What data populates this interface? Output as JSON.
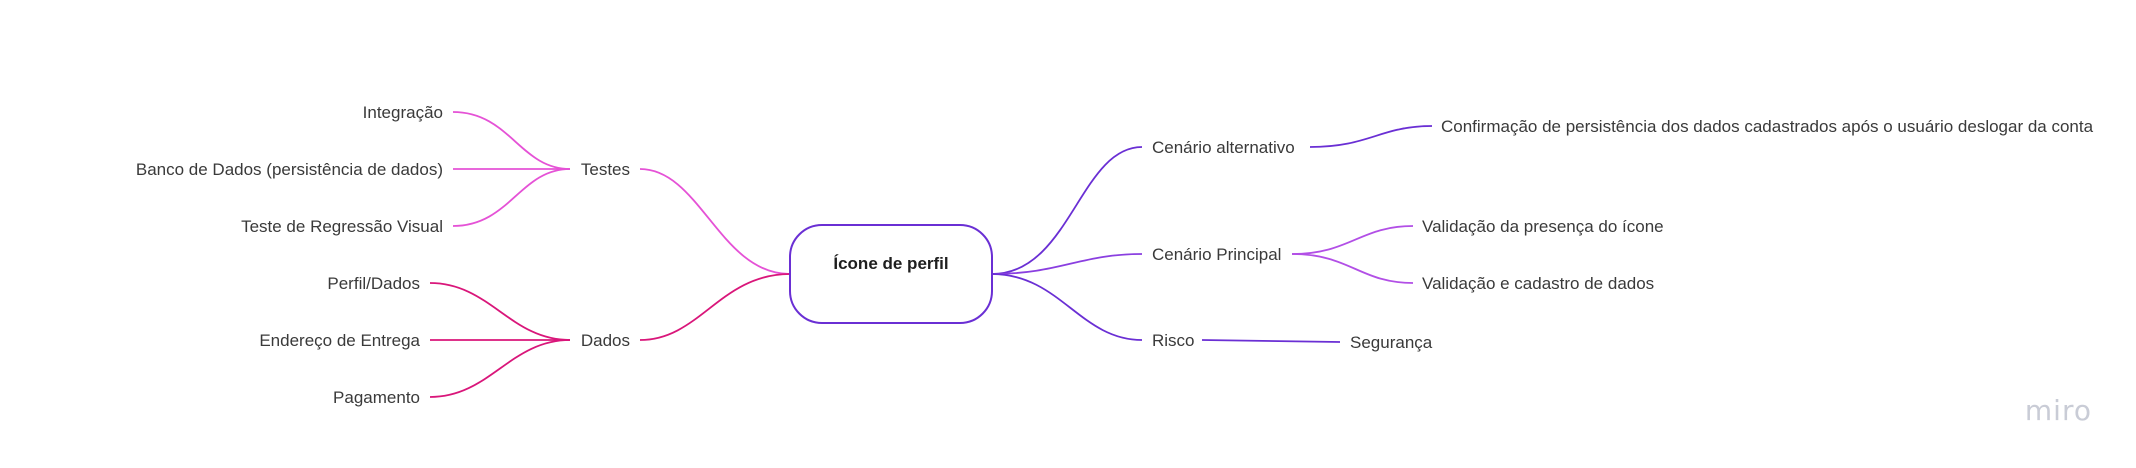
{
  "mindmap": {
    "root": {
      "label": "Ícone de perfil",
      "border_color": "#6a2fd4"
    },
    "left_branches": [
      {
        "label": "Testes",
        "color": "#e552d6",
        "children": [
          {
            "label": "Integração"
          },
          {
            "label": "Banco de Dados (persistência de dados)"
          },
          {
            "label": "Teste de Regressão Visual"
          }
        ]
      },
      {
        "label": "Dados",
        "color": "#d9167a",
        "children": [
          {
            "label": "Perfil/Dados"
          },
          {
            "label": "Endereço de Entrega"
          },
          {
            "label": "Pagamento"
          }
        ]
      }
    ],
    "right_branches": [
      {
        "label": "Cenário alternativo",
        "color": "#6a2fd4",
        "children": [
          {
            "label": "Confirmação de persistência dos dados cadastrados após o usuário deslogar da conta",
            "color": "#6a2fd4"
          }
        ]
      },
      {
        "label": "Cenário Principal",
        "color": "#8a3fe0",
        "children": [
          {
            "label": "Validação da presença do ícone",
            "color": "#b24fe6"
          },
          {
            "label": "Validação e cadastro de dados",
            "color": "#b24fe6"
          }
        ]
      },
      {
        "label": "Risco",
        "color": "#6a2fd4",
        "children": [
          {
            "label": "Segurança",
            "color": "#6a2fd4"
          }
        ]
      }
    ]
  },
  "brand": {
    "label": "miro"
  }
}
